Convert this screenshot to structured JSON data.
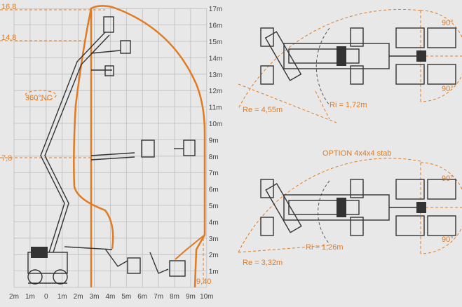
{
  "height_axis": {
    "labels": [
      "1m",
      "2m",
      "3m",
      "4m",
      "5m",
      "6m",
      "7m",
      "8m",
      "9m",
      "10m",
      "11m",
      "12m",
      "13m",
      "14m",
      "15m",
      "16m",
      "17m"
    ]
  },
  "reach_axis": {
    "labels": [
      "2m",
      "1m",
      "0",
      "1m",
      "2m",
      "3m",
      "4m",
      "5m",
      "6m",
      "7m",
      "8m",
      "9m",
      "10m"
    ]
  },
  "envelope_marks": {
    "max_height": "16,8",
    "upper_level": "14,8",
    "mid_level": "7,8",
    "max_reach": "9,40"
  },
  "rotation": {
    "label": "360°NC"
  },
  "top_view": {
    "outer_radius": "Re = 4,55m",
    "inner_radius": "Ri = 1,72m",
    "angle_top": "90°",
    "angle_bottom": "90°"
  },
  "option": {
    "label": "OPTION 4x4x4 stab"
  },
  "bottom_view": {
    "outer_radius": "Re = 3,32m",
    "inner_radius": "Ri = 1,26m",
    "angle_top": "90°",
    "angle_bottom": "90°"
  },
  "colors": {
    "accent": "#e07b22",
    "grid": "#bdbdbd",
    "background": "#e8e8e8",
    "machine": "#333333"
  }
}
